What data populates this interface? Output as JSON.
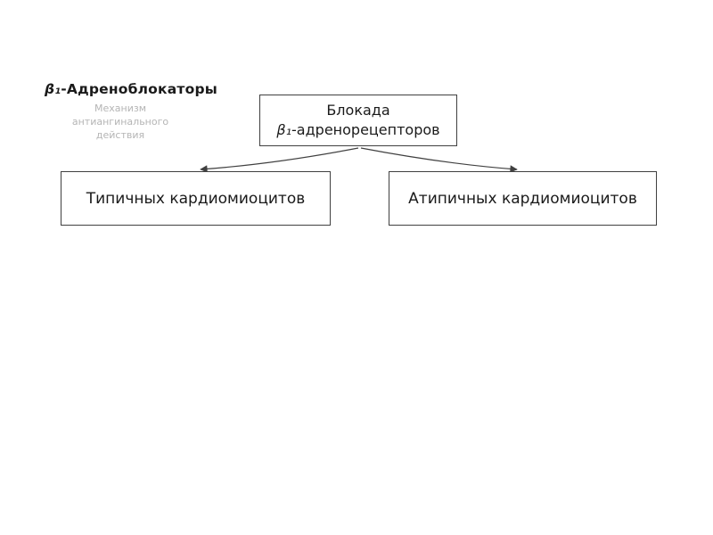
{
  "colors": {
    "text": "#1a1a1a",
    "border": "#404040",
    "arrow": "#404040",
    "subtitle": "#b5b5b5"
  },
  "header": {
    "title_beta": "β₁",
    "title_rest": "-Адреноблокаторы",
    "subtitle_lines": [
      "Механизм",
      "антиангинального",
      "действия"
    ]
  },
  "diagram": {
    "root_box": {
      "line1": "Блокада",
      "line2_beta": "β₁",
      "line2_rest": "-адренорецепторов"
    },
    "child_boxes": [
      {
        "label": "Типичных кардиомиоцитов"
      },
      {
        "label": "Атипичных кардиомиоцитов"
      }
    ]
  }
}
